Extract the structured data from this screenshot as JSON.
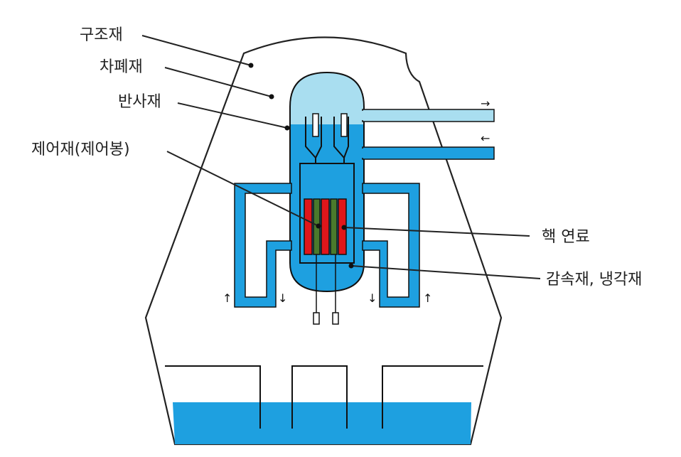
{
  "labels": {
    "structure": "구조재",
    "shield": "차폐재",
    "reflector": "반사재",
    "control": "제어재(제어봉)",
    "fuel": "핵 연료",
    "moderator": "감속재, 냉각재"
  },
  "colors": {
    "coolant": "#1ea0e0",
    "coolant_light": "#a9def0",
    "outline": "#222222",
    "fuel_red": "#e0161b",
    "fuel_green": "#4a7a2c",
    "pool": "#1ea0e0"
  },
  "arrows": {
    "out": "→",
    "in": "←",
    "up": "↑",
    "down": "↓"
  }
}
